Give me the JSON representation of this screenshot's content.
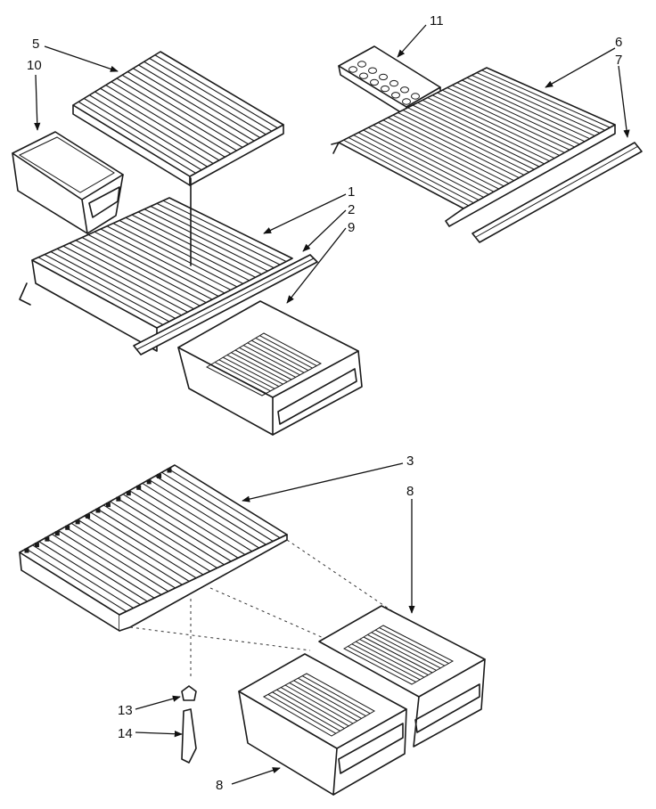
{
  "callouts": {
    "c1": "1",
    "c2": "2",
    "c3": "3",
    "c5": "5",
    "c6": "6",
    "c7": "7",
    "c8a": "8",
    "c8b": "8",
    "c9": "9",
    "c10": "10",
    "c11": "11",
    "c13": "13",
    "c14": "14"
  },
  "colors": {
    "line": "#1a1a1a",
    "background": "#ffffff"
  }
}
